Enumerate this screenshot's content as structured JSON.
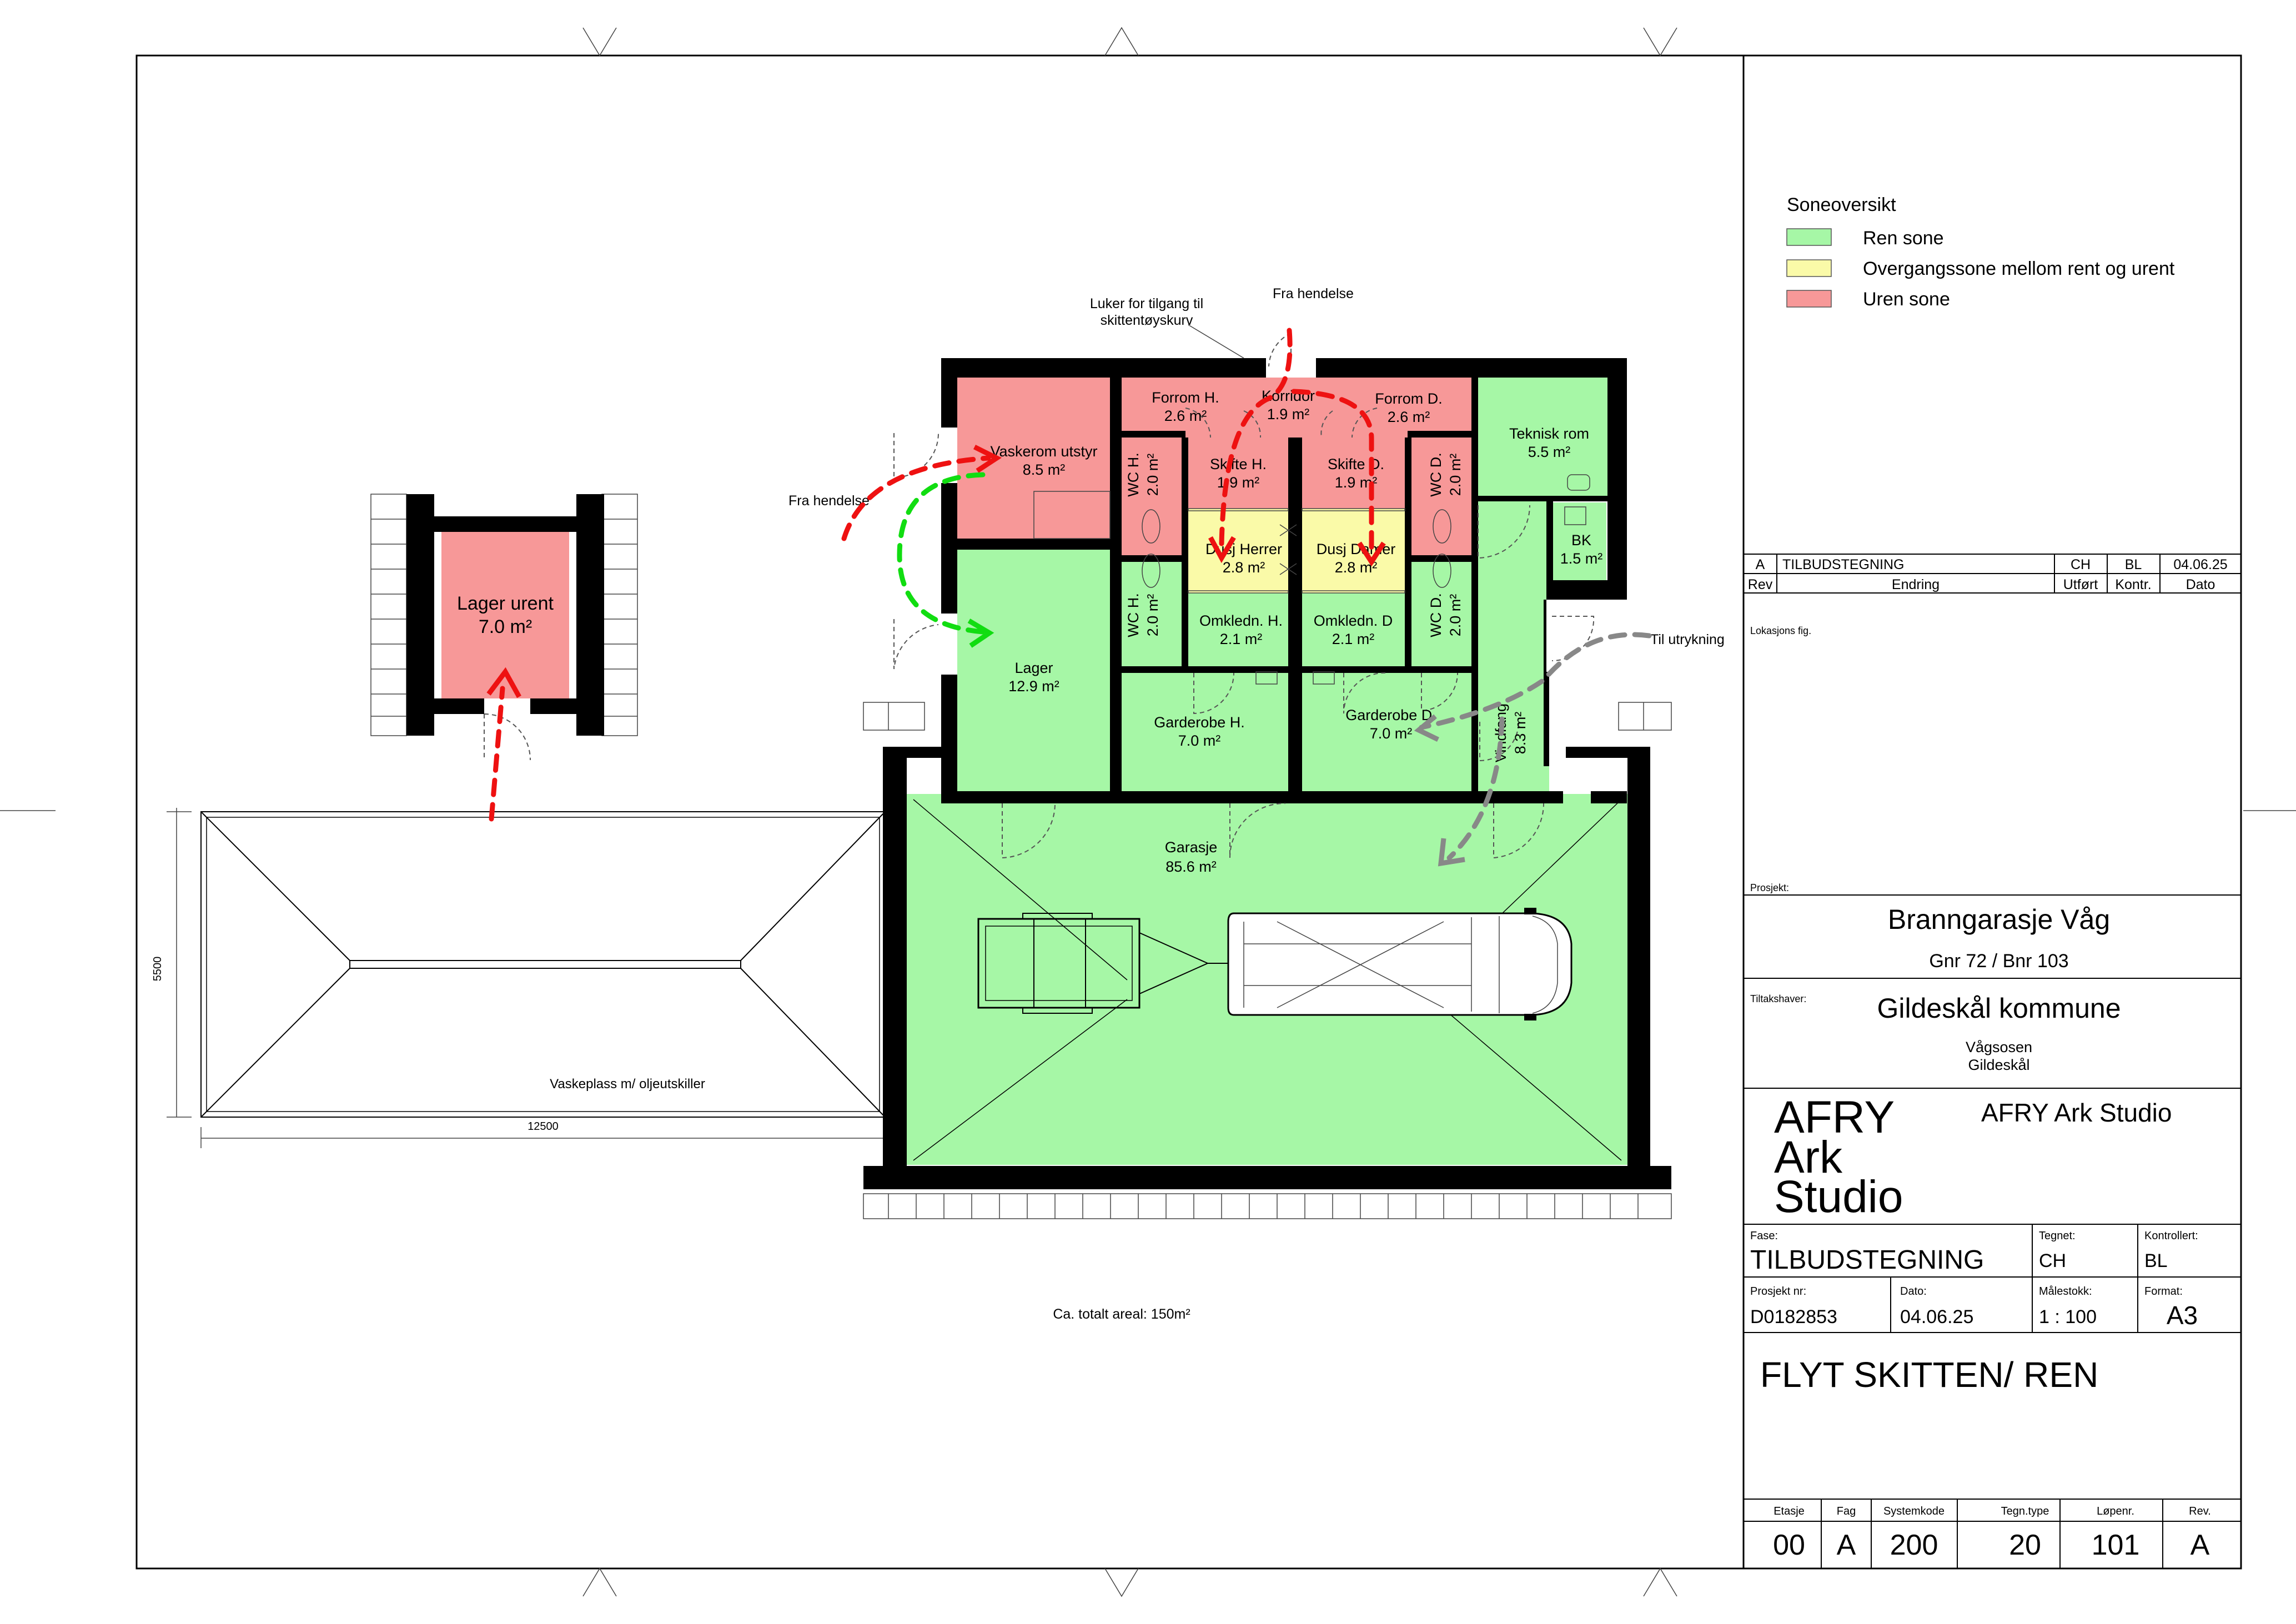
{
  "legend": {
    "title": "Soneoversikt",
    "items": [
      {
        "label": "Ren sone",
        "color": "#a6f7a6"
      },
      {
        "label": "Overgangssone mellom rent og urent",
        "color": "#fafaa8"
      },
      {
        "label": "Uren sone",
        "color": "#f79898"
      }
    ]
  },
  "rooms": {
    "lager_urent": {
      "name": "Lager urent",
      "area": "7.0 m²"
    },
    "vaskerom": {
      "name": "Vaskerom utstyr",
      "area": "8.5 m²"
    },
    "lager": {
      "name": "Lager",
      "area": "12.9 m²"
    },
    "forrom_h": {
      "name": "Forrom H.",
      "area": "2.6 m²"
    },
    "korridor": {
      "name": "Korridor",
      "area": "1.9 m²"
    },
    "forrom_d": {
      "name": "Forrom D.",
      "area": "2.6 m²"
    },
    "teknisk": {
      "name": "Teknisk rom",
      "area": "5.5 m²"
    },
    "skifte_h": {
      "name": "Skifte H.",
      "area": "1.9 m²"
    },
    "skifte_d": {
      "name": "Skifte D.",
      "area": "1.9 m²"
    },
    "wc_h1": {
      "name": "WC H.",
      "area": "2.0 m²"
    },
    "wc_d1": {
      "name": "WC D.",
      "area": "2.0 m²"
    },
    "dusj_h": {
      "name": "Dusj Herrer",
      "area": "2.8 m²"
    },
    "dusj_d": {
      "name": "Dusj Damer",
      "area": "2.8 m²"
    },
    "bk": {
      "name": "BK",
      "area": "1.5 m²"
    },
    "wc_h2": {
      "name": "WC H.",
      "area": "2.0 m²"
    },
    "wc_d2": {
      "name": "WC D.",
      "area": "2.0 m²"
    },
    "omkled_h": {
      "name": "Omkledn. H.",
      "area": "2.1 m²"
    },
    "omkled_d": {
      "name": "Omkledn. D",
      "area": "2.1 m²"
    },
    "garderobe_h": {
      "name": "Garderobe H.",
      "area": "7.0 m²"
    },
    "garderobe_d": {
      "name": "Garderobe D.",
      "area": "7.0 m²"
    },
    "vindfang": {
      "name": "Vindfang",
      "area": "8.3 m²"
    },
    "garasje": {
      "name": "Garasje",
      "area": "85.6 m²"
    }
  },
  "notes": {
    "luker": [
      "Luker for tilgang til",
      "skittentøyskurv"
    ],
    "fra_hendelse_top": "Fra hendelse",
    "fra_hendelse_left": "Fra hendelse",
    "til_utrykning": "Til utrykning",
    "vaskeplass": "Vaskeplass m/ oljeutskiller",
    "dim_12500": "12500",
    "dim_5500": "5500",
    "total_area": "Ca. totalt areal: 150m²"
  },
  "revision": {
    "rev": "A",
    "endring": "TILBUDSTEGNING",
    "utfort": "CH",
    "kontr": "BL",
    "dato": "04.06.25",
    "h_rev": "Rev",
    "h_endring": "Endring",
    "h_utfort": "Utført",
    "h_kontr": "Kontr.",
    "h_dato": "Dato"
  },
  "titleblock": {
    "lokasjon": "Lokasjons fig.",
    "prosjekt_label": "Prosjekt:",
    "prosjekt": "Branngarasje Våg",
    "gnr": "Gnr 72 /  Bnr 103",
    "tiltakshaver_label": "Tiltakshaver:",
    "tiltakshaver": "Gildeskål kommune",
    "sted1": "Vågsosen",
    "sted2": "Gildeskål",
    "logo_lines": [
      "AFRY",
      "Ark",
      "Studio"
    ],
    "firm": "AFRY Ark Studio",
    "fase_label": "Fase:",
    "fase": "TILBUDSTEGNING",
    "tegnet_label": "Tegnet:",
    "tegnet": "CH",
    "kontrollert_label": "Kontrollert:",
    "kontrollert": "BL",
    "prosjektnr_label": "Prosjekt nr:",
    "prosjektnr": "D0182853",
    "dato_label": "Dato:",
    "dato": "04.06.25",
    "malestokk_label": "Målestokk:",
    "malestokk": "1 : 100",
    "format_label": "Format:",
    "format": "A3",
    "drawing_title": "FLYT SKITTEN/ REN",
    "h_etasje": "Etasje",
    "h_fag": "Fag",
    "h_systemkode": "Systemkode",
    "h_tegntype": "Tegn.type",
    "h_lopenr": "Løpenr.",
    "h_rev": "Rev.",
    "etasje": "00",
    "fag": "A",
    "systemkode": "200",
    "tegntype": "20",
    "lopenr": "101",
    "rev": "A"
  }
}
